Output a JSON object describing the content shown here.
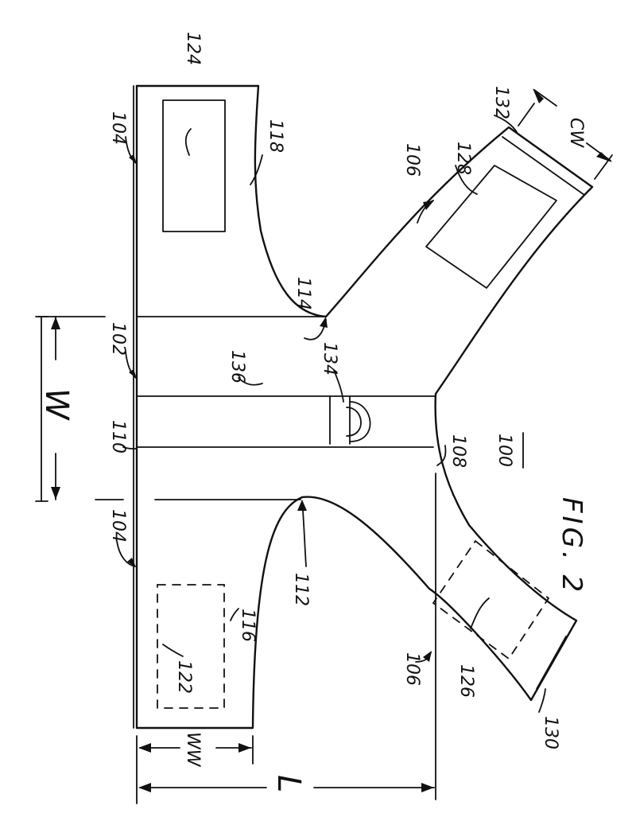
{
  "figure": {
    "caption": "FIG. 2",
    "device_ref": "100",
    "dimensions": {
      "w": "W",
      "ww": "WW",
      "cw": "CW",
      "l": "L"
    },
    "refs": {
      "r102": "102",
      "r104a": "104",
      "r104b": "104",
      "r106a": "106",
      "r106b": "106",
      "r108": "108",
      "r110": "110",
      "r112": "112",
      "r114": "114",
      "r116": "116",
      "r118": "118",
      "r122": "122",
      "r124": "124",
      "r126": "126",
      "r128": "128",
      "r130": "130",
      "r132": "132",
      "r134": "134",
      "r136": "136"
    }
  }
}
